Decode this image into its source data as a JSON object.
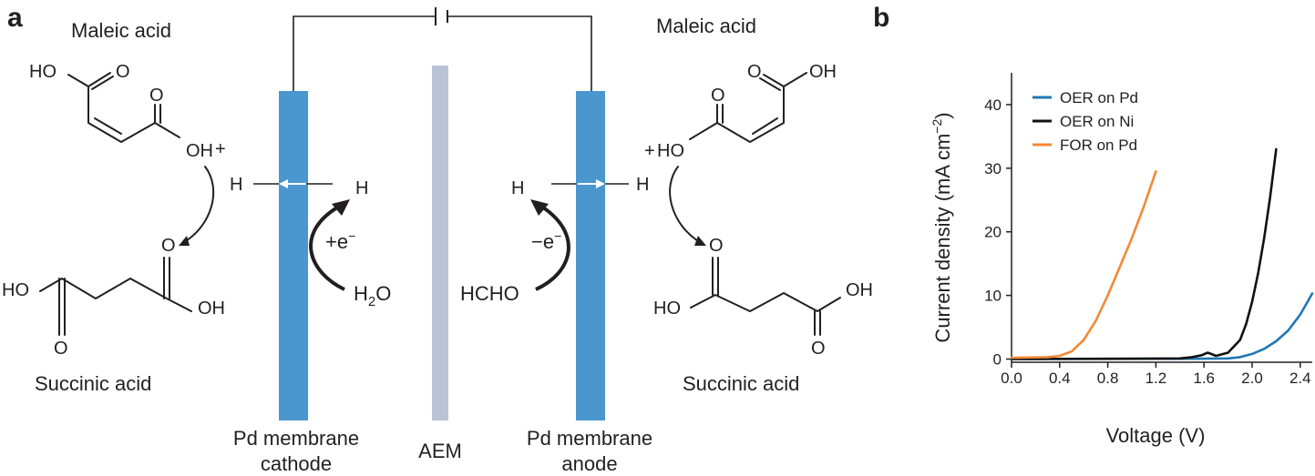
{
  "panel_a": {
    "label": "a",
    "left": {
      "maleic_label": "Maleic acid",
      "succinic_label": "Succinic acid",
      "maleic_atoms": {
        "ho": "HO",
        "o1": "O",
        "o2": "O",
        "oh": "OH",
        "plus": "+"
      },
      "succinic_atoms": {
        "ho": "HO",
        "o_bottom": "O",
        "o_top": "O",
        "oh": "OH"
      },
      "h_membrane": "H",
      "h_migrated": "H",
      "electron": "+e",
      "electron_sup": "−",
      "water": "H",
      "water_sub": "2",
      "water_o": "O",
      "electrode_line1": "Pd membrane",
      "electrode_line2": "cathode"
    },
    "separator": "AEM",
    "right": {
      "maleic_label": "Maleic acid",
      "succinic_label": "Succinic acid",
      "maleic_atoms": {
        "ho": "HO",
        "plus": "+",
        "o1": "O",
        "o2": "O",
        "oh": "OH"
      },
      "succinic_atoms": {
        "o_top": "O",
        "ho": "HO",
        "oh": "OH",
        "o_bottom": "O"
      },
      "h_membrane": "H",
      "h_migrated": "H",
      "electron": "−e",
      "electron_sup": "−",
      "formaldehyde": "HCHO",
      "electrode_line1": "Pd membrane",
      "electrode_line2": "anode"
    },
    "colors": {
      "electrode": "#4a97d0",
      "aem": "#b9c3d5",
      "ink": "#231f20"
    }
  },
  "panel_b": {
    "label": "b",
    "chart_data": {
      "type": "line",
      "xlabel": "Voltage (V)",
      "ylabel_main": "Current density (mA cm",
      "ylabel_sup": "−2",
      "ylabel_close": ")",
      "xlim": [
        0.0,
        2.5
      ],
      "ylim": [
        -0.5,
        45
      ],
      "xticks": [
        0.0,
        0.4,
        0.8,
        1.2,
        1.6,
        2.0,
        2.4
      ],
      "xtick_labels": [
        "0.0",
        "0.4",
        "0.8",
        "1.2",
        "1.6",
        "2.0",
        "2.4"
      ],
      "yticks": [
        0,
        10,
        20,
        30,
        40
      ],
      "ytick_labels": [
        "0",
        "10",
        "20",
        "30",
        "40"
      ],
      "legend_position": "top-left",
      "series": [
        {
          "name": "OER on Pd",
          "color": "#1f77b4",
          "x": [
            0.0,
            1.5,
            1.8,
            1.9,
            2.0,
            2.1,
            2.2,
            2.3,
            2.4,
            2.5
          ],
          "y": [
            0.0,
            0.05,
            0.1,
            0.3,
            0.8,
            1.6,
            2.8,
            4.5,
            7.0,
            10.3
          ]
        },
        {
          "name": "OER on Ni",
          "color": "#111111",
          "x": [
            0.0,
            1.4,
            1.5,
            1.58,
            1.63,
            1.66,
            1.7,
            1.8,
            1.9,
            1.95,
            2.0,
            2.05,
            2.1,
            2.15,
            2.2
          ],
          "y": [
            0.0,
            0.1,
            0.3,
            0.6,
            1.0,
            0.8,
            0.5,
            1.0,
            3.0,
            5.5,
            9.0,
            13.5,
            19.0,
            25.5,
            33.0
          ]
        },
        {
          "name": "FOR on Pd",
          "color": "#f28a35",
          "x": [
            0.0,
            0.3,
            0.4,
            0.5,
            0.6,
            0.7,
            0.8,
            0.9,
            1.0,
            1.1,
            1.2
          ],
          "y": [
            0.2,
            0.3,
            0.5,
            1.2,
            3.0,
            6.0,
            10.0,
            14.5,
            19.0,
            24.0,
            29.5
          ]
        }
      ]
    }
  }
}
